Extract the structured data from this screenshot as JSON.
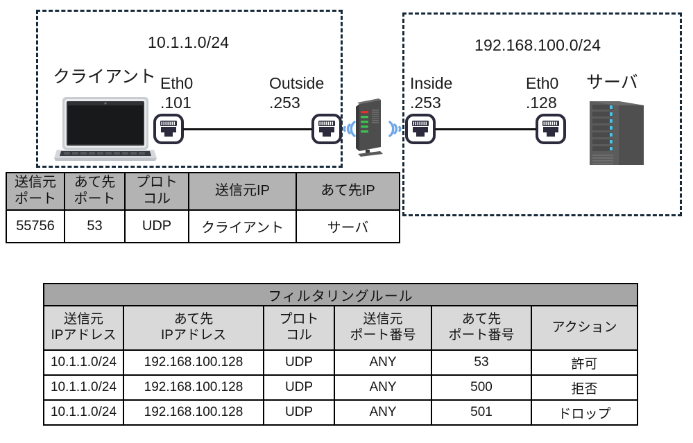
{
  "diagram": {
    "left_zone": {
      "subnet": "10.1.1.0/24",
      "client_label": "クライアント",
      "client_if_name": "Eth0",
      "client_if_addr": ".101",
      "fw_outside_name": "Outside",
      "fw_outside_addr": ".253"
    },
    "right_zone": {
      "subnet": "192.168.100.0/24",
      "fw_inside_name": "Inside",
      "fw_inside_addr": ".253",
      "server_if_name": "Eth0",
      "server_if_addr": ".128",
      "server_label": "サーバ"
    },
    "icons": {
      "client": "laptop-icon",
      "firewall": "router-icon",
      "server": "server-tower-icon",
      "port": "rj45-jack-icon",
      "wireless": "wifi-waves-icon"
    }
  },
  "packet_table": {
    "headers": [
      "送信元\nポート",
      "あて先\nポート",
      "プロト\nコル",
      "送信元IP",
      "あて先IP"
    ],
    "headers_l1": [
      "送信元",
      "あて先",
      "プロト",
      "送信元IP",
      "あて先IP"
    ],
    "headers_l2": [
      "ポート",
      "ポート",
      "コル",
      "",
      ""
    ],
    "row": [
      "55756",
      "53",
      "UDP",
      "クライアント",
      "サーバ"
    ]
  },
  "filter_table": {
    "title": "フィルタリングルール",
    "headers_l1": [
      "送信元",
      "あて先",
      "プロト",
      "送信元",
      "あて先",
      "アクション"
    ],
    "headers_l2": [
      "IPアドレス",
      "IPアドレス",
      "コル",
      "ポート番号",
      "ポート番号",
      ""
    ],
    "rows": [
      [
        "10.1.1.0/24",
        "192.168.100.128",
        "UDP",
        "ANY",
        "53",
        "許可"
      ],
      [
        "10.1.1.0/24",
        "192.168.100.128",
        "UDP",
        "ANY",
        "500",
        "拒否"
      ],
      [
        "10.1.1.0/24",
        "192.168.100.128",
        "UDP",
        "ANY",
        "501",
        "ドロップ"
      ]
    ]
  },
  "colors": {
    "zone_border": "#16293a",
    "header_dark": "#b3b3b3",
    "title_gray": "#a6a6a6",
    "header_light": "#d9d9d9",
    "wifi_blue": "#6fa8e8",
    "led_green": "#3fbf4f",
    "led_red": "#e03131",
    "server_body": "#595959",
    "server_led": "#4dc3e8",
    "jack_dark": "#2b2b3d"
  }
}
